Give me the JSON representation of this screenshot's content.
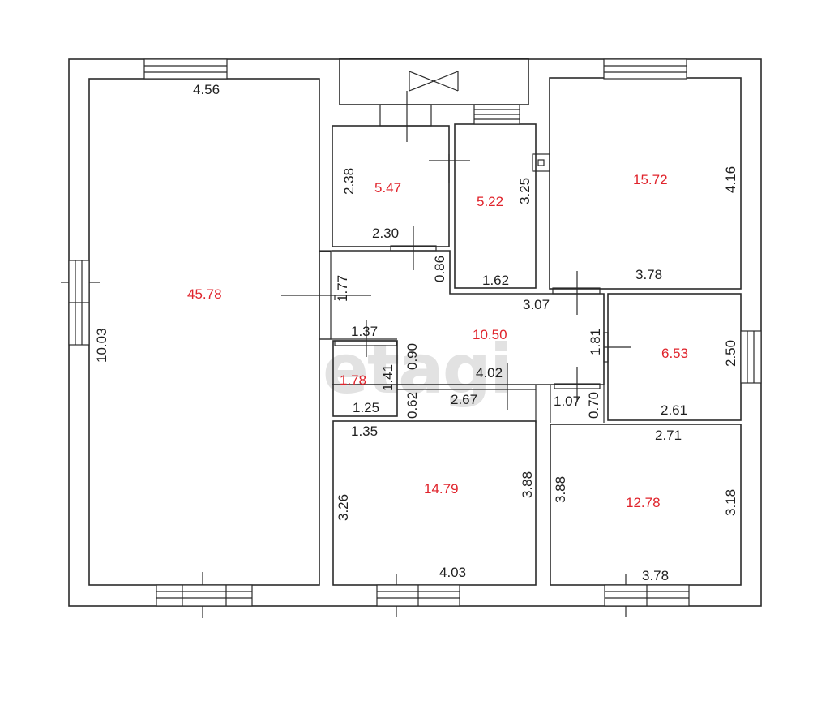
{
  "watermark": "etagi",
  "areas": {
    "big_room": "45.78",
    "storage_a": "5.47",
    "storage_b": "5.22",
    "bedroom_ne": "15.72",
    "hall": "10.50",
    "closet": "1.78",
    "room_e": "6.53",
    "room_sc": "14.79",
    "room_se": "12.78"
  },
  "dims": {
    "big_w": "4.56",
    "big_h": "10.03",
    "sa_h": "2.38",
    "sa_w": "2.30",
    "sb_h": "3.25",
    "sb_w": "1.62",
    "ne_h": "4.16",
    "ne_w": "3.78",
    "hall_h": "1.77",
    "hall_086": "0.86",
    "hall_w": "3.07",
    "cl_top": "1.37",
    "cl_090": "0.90",
    "cl_141": "1.41",
    "cl_125": "1.25",
    "cl_062": "0.62",
    "cl_135": "1.35",
    "hall_402": "4.02",
    "hall_267": "2.67",
    "e_181": "1.81",
    "e_h": "2.50",
    "e_w": "2.61",
    "se_107": "1.07",
    "se_070": "0.70",
    "se_271": "2.71",
    "sc_h_left": "3.26",
    "sc_h_right": "3.88",
    "sc_w": "4.03",
    "se_h_left": "3.88",
    "se_h_right": "3.18",
    "se_w": "3.78"
  }
}
